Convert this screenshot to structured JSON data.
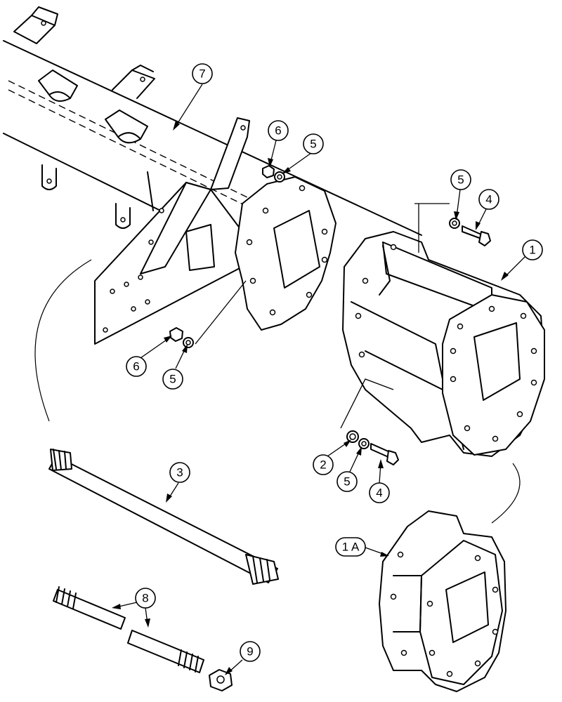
{
  "callouts": {
    "c7": "7",
    "c6a": "6",
    "c5a": "5",
    "c5b": "5",
    "c4a": "4",
    "c1": "1",
    "c6b": "6",
    "c5c": "5",
    "c3": "3",
    "c2": "2",
    "c5d": "5",
    "c4b": "4",
    "c1a": "1 A",
    "c8": "8",
    "c9": "9"
  }
}
